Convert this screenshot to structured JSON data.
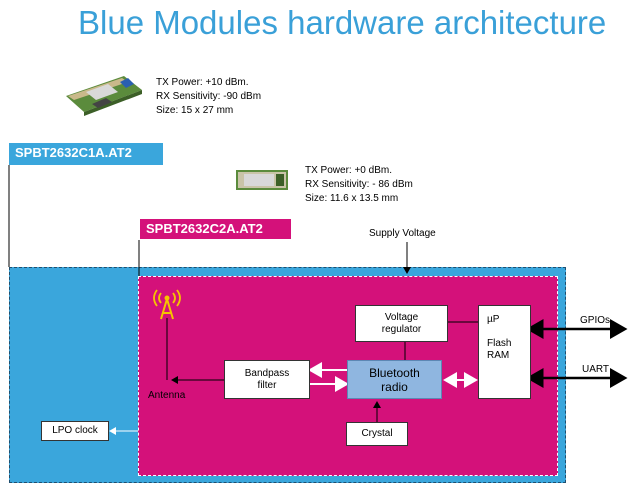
{
  "title": "Blue Modules hardware architecture",
  "module1": {
    "name": "SPBT2632C1A.AT2",
    "specs": "TX Power: +10 dBm.\nRX Sensitivity: -90 dBm\nSize: 15 x 27 mm",
    "color": "#3aa6dc"
  },
  "module2": {
    "name": "SPBT2632C2A.AT2",
    "specs": "TX Power: +0 dBm.\nRX Sensitivity: - 86 dBm\nSize: 11.6 x 13.5 mm",
    "color": "#d4117a"
  },
  "blocks": {
    "supply_voltage": "Supply Voltage",
    "voltage_regulator": "Voltage regulator",
    "up_flash_ram": "µP\n\nFlash\nRAM",
    "bandpass_filter": "Bandpass filter",
    "bluetooth_radio": "Bluetooth radio",
    "crystal": "Crystal",
    "lpo_clock": "LPO clock",
    "antenna": "Antenna",
    "gpios": "GPIOs",
    "uart": "UART"
  },
  "colors": {
    "title": "#3aa0d8",
    "radio_fill": "#8fb6e0"
  },
  "icons": {
    "antenna": "antenna-icon",
    "module1_photo": "module-photo-1",
    "module2_photo": "module-photo-2"
  }
}
